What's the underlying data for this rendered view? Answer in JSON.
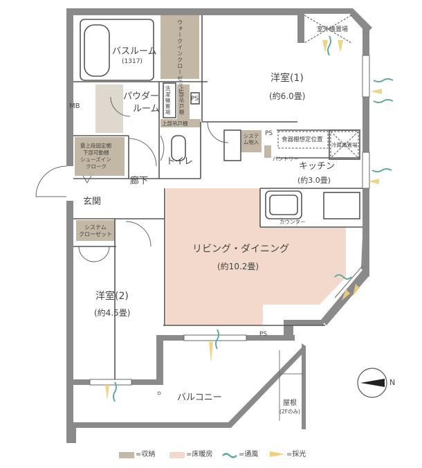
{
  "rooms": {
    "bath": "バスルーム",
    "bath_size": "(1317)",
    "walkin": "ウォークインクローゼット",
    "western1": "洋室(1)",
    "western1_size": "(約6.0畳)",
    "outdoor_unit": "室外機置場",
    "mb": "MB",
    "powder": "パウダー",
    "powder2": "ルーム",
    "washer": "洗濯機置場",
    "upper_shelf": "上部吊戸棚",
    "ps1": "PS",
    "upper_cabinet": "上部吊戸棚",
    "toilet": "トイレ",
    "system_storage": "システム物入",
    "ps2": "PS",
    "dish": "食器棚想定位置",
    "fridge": "冷蔵庫置場",
    "pantry": "パントリー",
    "kitchen": "キッチン",
    "kitchen_size": "(約3.0畳)",
    "shoe1": "最上段固定棚",
    "shoe2": "下部可動棚",
    "shoe3": "シューズイン",
    "shoe4": "クローク",
    "hall": "廊下",
    "entrance": "玄関",
    "counter": "カウンター",
    "system_closet1": "システム",
    "system_closet2": "クローゼット",
    "living": "リビング・ダイニング",
    "living_size": "(約10.2畳)",
    "western2": "洋室(2)",
    "western2_size": "(約4.5畳)",
    "ps3": "PS",
    "balcony": "バルコニー",
    "roof": "屋根",
    "roof_note": "(2Fのみ)",
    "north": "N"
  },
  "legend": {
    "storage": "=収納",
    "floor_heating": "=床暖房",
    "ventilation": "=通風",
    "daylight": "=採光"
  },
  "colors": {
    "wall": "#8a8a8a",
    "storage": "#c3b8a6",
    "floor_heating": "#f3d9cb",
    "ventilation": "#5fa9a3",
    "daylight": "#f0cf7a"
  }
}
